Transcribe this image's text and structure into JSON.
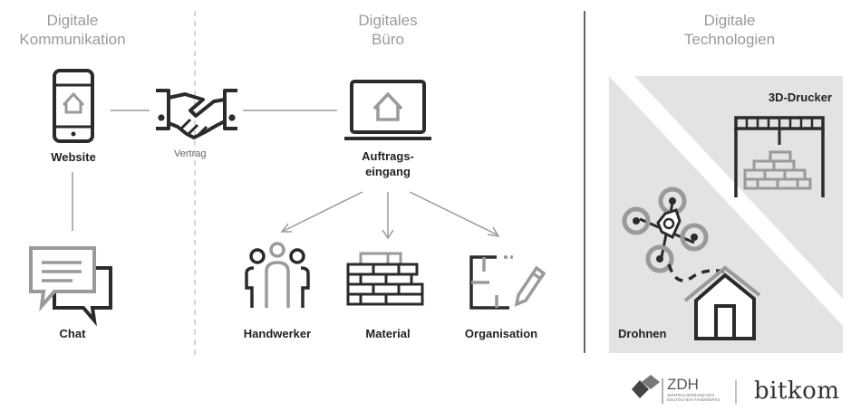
{
  "sections": {
    "kommunikation": {
      "line1": "Digitale",
      "line2": "Kommunikation"
    },
    "buero": {
      "line1": "Digitales",
      "line2": "Büro"
    },
    "technologien": {
      "line1": "Digitale",
      "line2": "Technologien"
    }
  },
  "nodes": {
    "website": "Website",
    "vertrag": "Vertrag",
    "auftrag_line1": "Auftrags-",
    "auftrag_line2": "eingang",
    "chat": "Chat",
    "handwerker": "Handwerker",
    "material": "Material",
    "organisation": "Organisation",
    "drucker": "3D-Drucker",
    "drohnen": "Drohnen"
  },
  "logos": {
    "zdh": "ZDH",
    "zdh_sub1": "ZENTRALVERBAND DES",
    "zdh_sub2": "DEUTSCHEN HANDWERKS",
    "bitkom": "bitkom"
  },
  "colors": {
    "dark": "#2b2b2b",
    "mid": "#9a9a9a",
    "panel": "#e3e3e3"
  }
}
